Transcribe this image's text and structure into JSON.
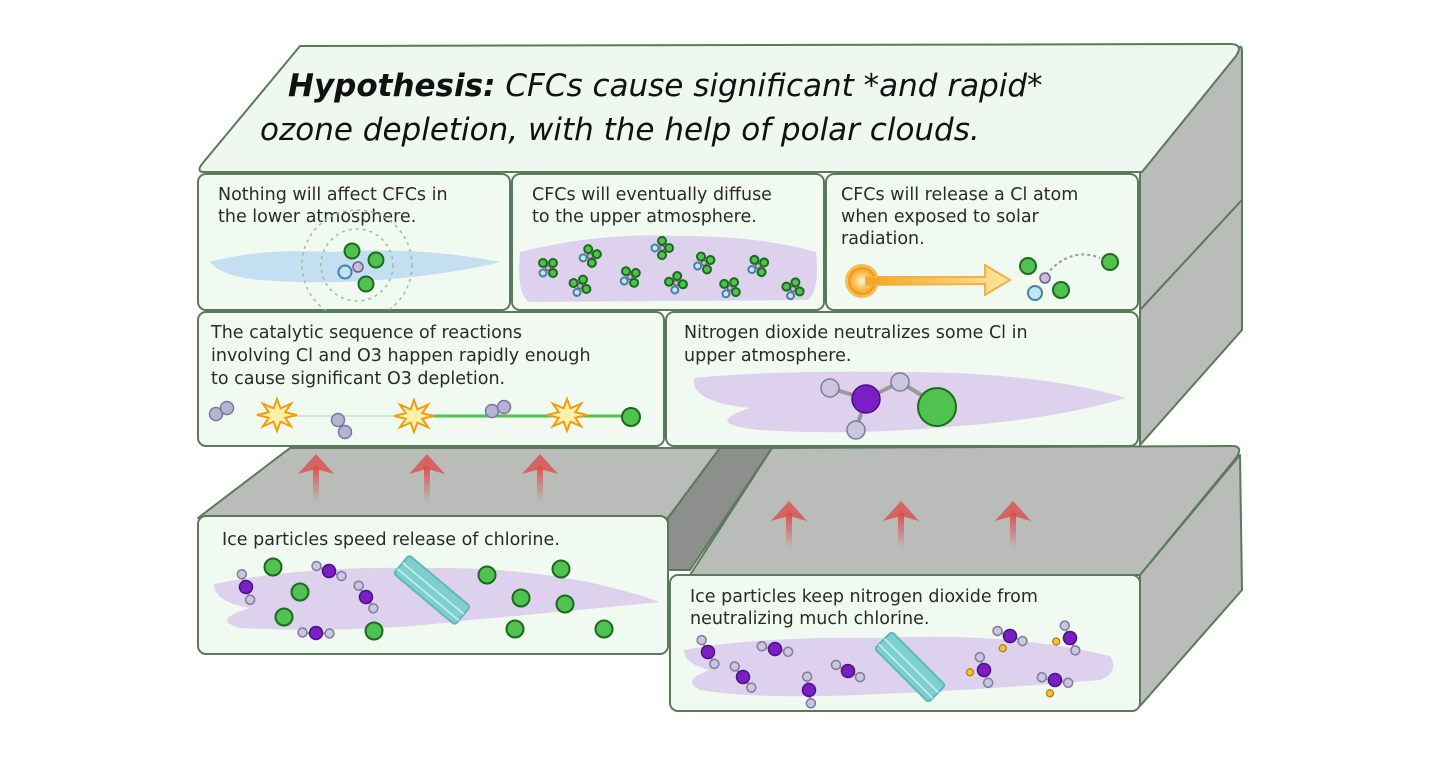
{
  "diagram": {
    "hypothesis": {
      "label": "Hypothesis:",
      "line1": " CFCs cause significant *and rapid*",
      "line2": "ozone depletion, with the help of polar clouds."
    },
    "panels": [
      {
        "id": "lower-atmosphere",
        "lines": [
          "Nothing will affect CFCs in",
          "the lower atmosphere."
        ]
      },
      {
        "id": "diffuse",
        "lines": [
          "CFCs will eventually diffuse",
          "to the upper atmosphere."
        ]
      },
      {
        "id": "solar-release",
        "lines": [
          "CFCs will release a Cl atom",
          "when exposed to solar",
          "radiation."
        ]
      },
      {
        "id": "catalytic",
        "lines": [
          "The catalytic sequence of reactions",
          "involving Cl and O3 happen rapidly enough",
          "to cause significant O3 depletion."
        ]
      },
      {
        "id": "no2-neutralize",
        "lines": [
          "Nitrogen dioxide neutralizes some Cl in",
          "upper atmosphere."
        ]
      },
      {
        "id": "ice-release",
        "lines": [
          "Ice particles speed release of chlorine."
        ]
      },
      {
        "id": "ice-no2",
        "lines": [
          "Ice particles keep nitrogen dioxide from",
          "neutralizing much chlorine."
        ]
      }
    ],
    "colors": {
      "chlorine": "#4fc24f",
      "nitrogen": "#7a1fc4",
      "fluorine": "#bfe6f5",
      "oxygen": "#b7b3d3",
      "ice": "#7fcfcf",
      "arrow": "#d9534f",
      "sun": "#f7a21b"
    }
  }
}
